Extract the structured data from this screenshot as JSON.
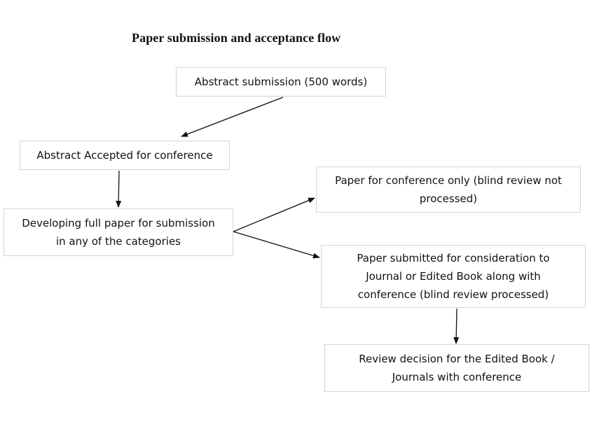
{
  "diagram": {
    "title": "Paper submission and acceptance flow",
    "nodes": {
      "abstract_submission": "Abstract submission (500 words)",
      "abstract_accepted": "Abstract Accepted for conference",
      "developing_full_paper": "Developing full paper for submission\nin any of the categories",
      "paper_conference_only": "Paper for conference only (blind review not\nprocessed)",
      "paper_journal_book": "Paper submitted for consideration to\nJournal or Edited Book along with\nconference (blind review processed)",
      "review_decision": "Review decision for the Edited Book /\nJournals with conference"
    }
  }
}
